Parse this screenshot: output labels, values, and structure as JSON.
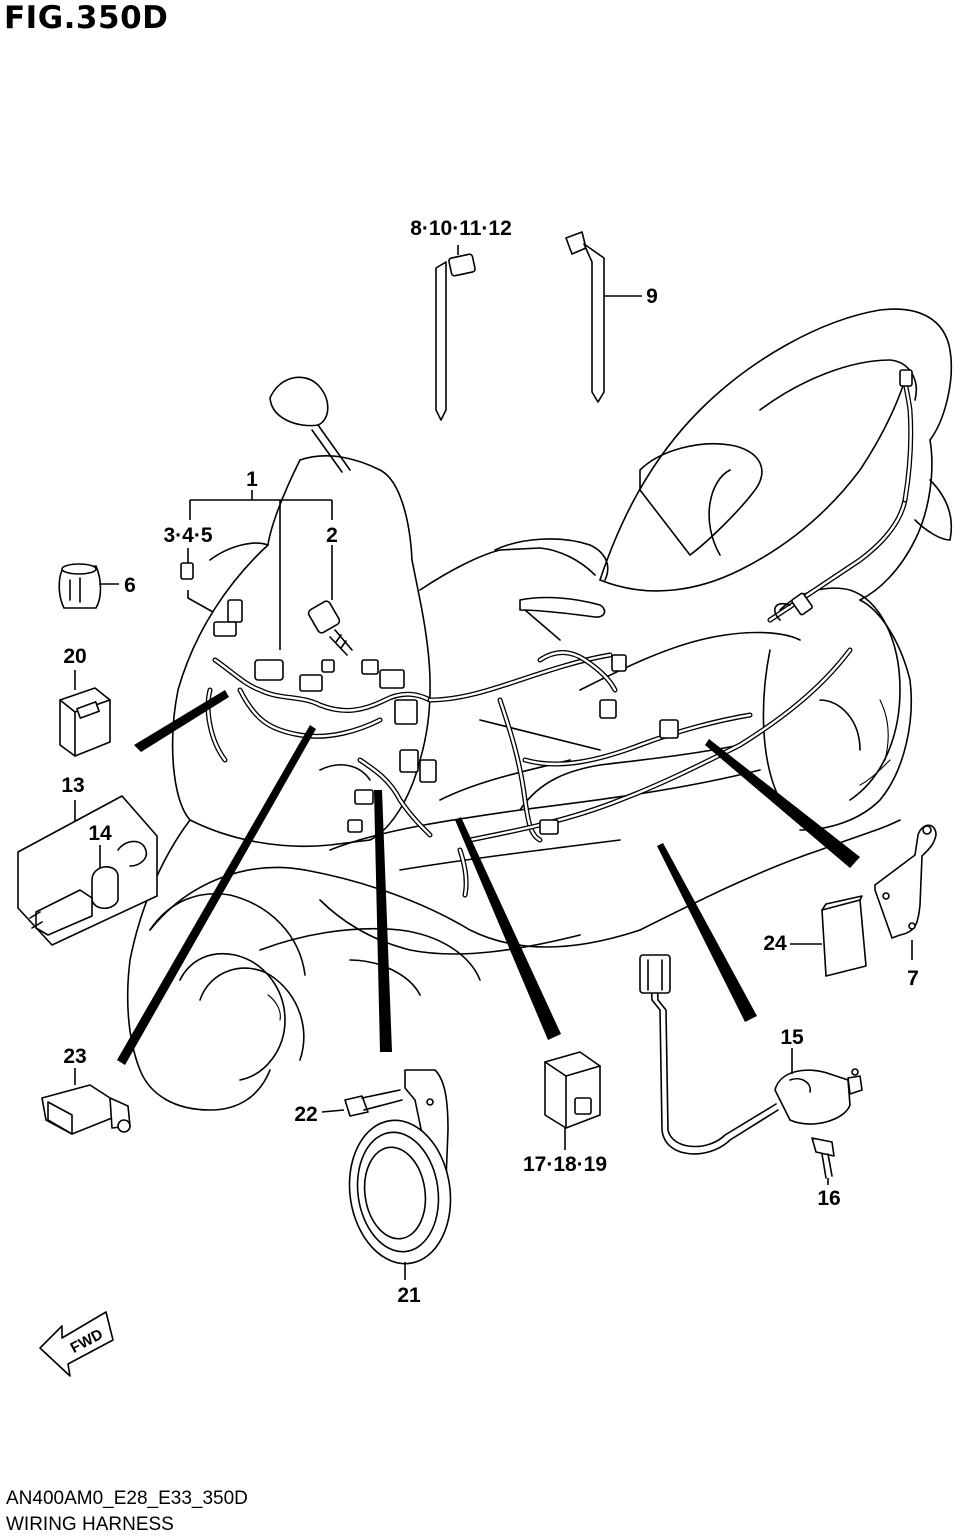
{
  "figure": {
    "title": "FIG.350D",
    "code": "AN400AM0_E28_E33_350D",
    "name": "WIRING HARNESS"
  },
  "callouts": {
    "c1": "1",
    "c2": "2",
    "c345": "3·4·5",
    "c6": "6",
    "c7": "7",
    "c8101112": "8·10·11·12",
    "c9": "9",
    "c13": "13",
    "c14": "14",
    "c15": "15",
    "c16": "16",
    "c171819": "17·18·19",
    "c20": "20",
    "c21": "21",
    "c22": "22",
    "c23": "23",
    "c24": "24"
  },
  "fwd_label": "FWD"
}
